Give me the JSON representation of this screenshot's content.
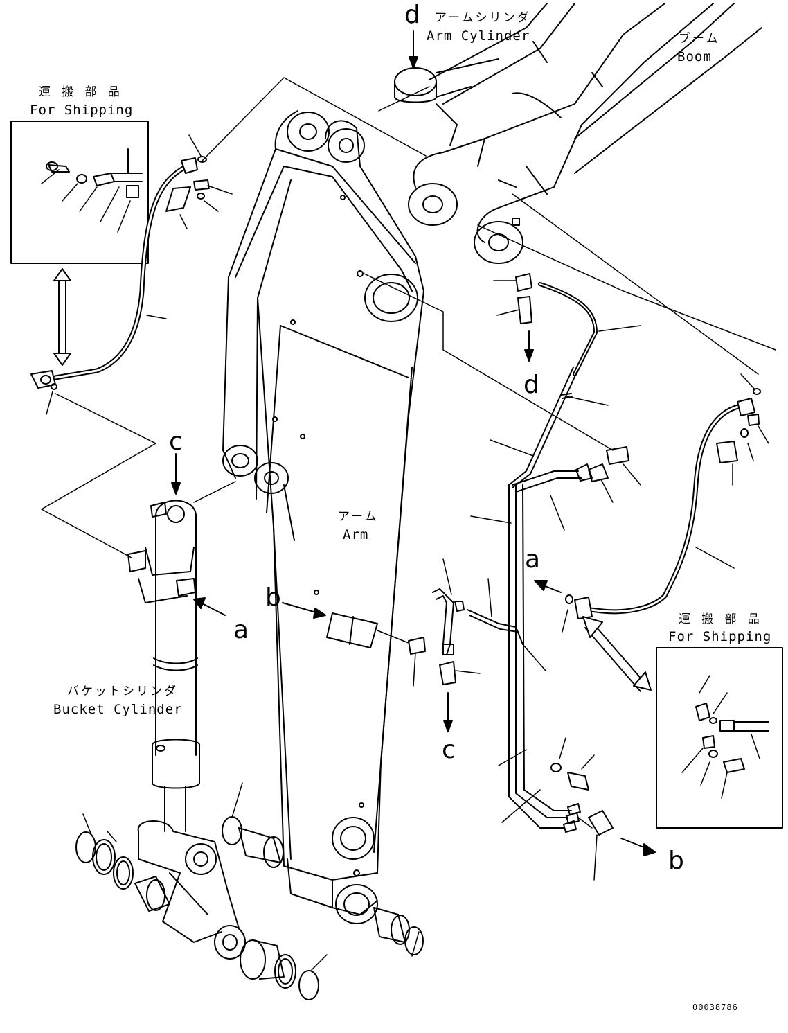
{
  "labels": {
    "arm_cylinder_jp": "アームシリンダ",
    "arm_cylinder_en": "Arm Cylinder",
    "boom_jp": "ブーム",
    "boom_en": "Boom",
    "shipping_left_jp": "運 搬 部 品",
    "shipping_left_en": "For Shipping",
    "shipping_right_jp": "運 搬 部 品",
    "shipping_right_en": "For Shipping",
    "arm_jp": "アーム",
    "arm_en": "Arm",
    "bucket_cylinder_jp": "バケットシリンダ",
    "bucket_cylinder_en": "Bucket Cylinder"
  },
  "callouts": {
    "d_top": "d",
    "d_mid": "d",
    "c_top": "c",
    "c_mid": "c",
    "a_left": "a",
    "a_right": "a",
    "b_left": "b",
    "b_right": "b"
  },
  "drawing_number": "00038786",
  "colors": {
    "line": "#000000",
    "background": "#ffffff"
  }
}
